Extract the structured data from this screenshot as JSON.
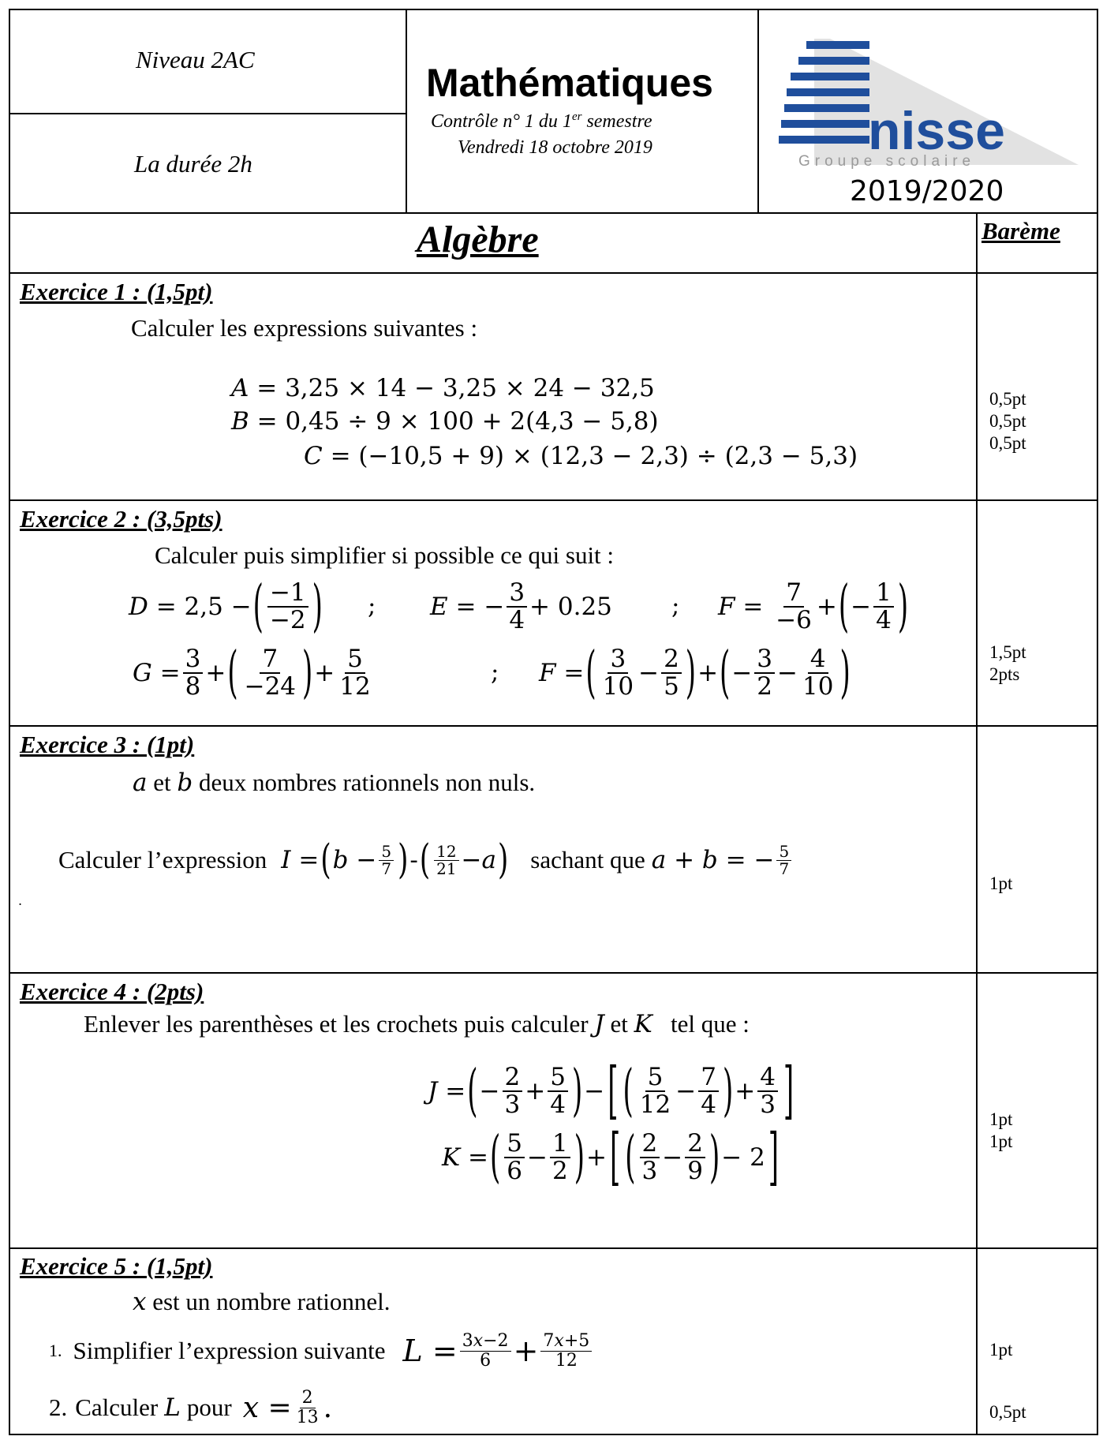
{
  "header": {
    "niveau": "Niveau 2AC",
    "duree": "La durée 2h",
    "subject": "Mathématiques",
    "control_prefix": "Contrôle n° 1 du 1",
    "control_sup": "er",
    "control_suffix": " semestre",
    "date": "Vendredi 18 octobre 2019",
    "logo_text": "nisse",
    "logo_subtext": "Groupe scolaire",
    "year": "2019/2020"
  },
  "section": {
    "title": "Algèbre",
    "bareme_label": "Barème"
  },
  "exercises": [
    {
      "title": "Exercice 1 : (1,5pt)",
      "statement": "Calculer les expressions suivantes :",
      "bareme": [
        "0,5pt",
        "0,5pt",
        "0,5pt"
      ]
    },
    {
      "title": "Exercice 2 : (3,5pts)",
      "statement": "Calculer puis simplifier si possible ce qui suit :",
      "bareme": [
        "1,5pt",
        "2pts"
      ]
    },
    {
      "title": "Exercice 3 : (1pt)",
      "statement_suffix": " deux nombres rationnels non nuls.",
      "calc_prefix": "Calculer l’expression",
      "calc_middle": "sachant que",
      "bareme": [
        "1pt"
      ]
    },
    {
      "title": "Exercice 4 : (2pts)",
      "statement_prefix": "Enlever les parenthèses et les crochets puis calculer",
      "statement_suffix": "tel que :",
      "bareme": [
        "1pt",
        "1pt"
      ]
    },
    {
      "title": "Exercice 5 : (1,5pt)",
      "statement_suffix": " est un nombre rationnel.",
      "item1_label": "1.",
      "item1_text": "Simplifier l’expression suivante",
      "item2_label": "2.",
      "item2_text": "Calculer",
      "item2_mid": "pour",
      "bareme": [
        "1pt",
        "0,5pt"
      ]
    }
  ],
  "colors": {
    "border": "#000000",
    "logo_blue": "#1f4e9c",
    "logo_grey": "#9a9a9a"
  }
}
